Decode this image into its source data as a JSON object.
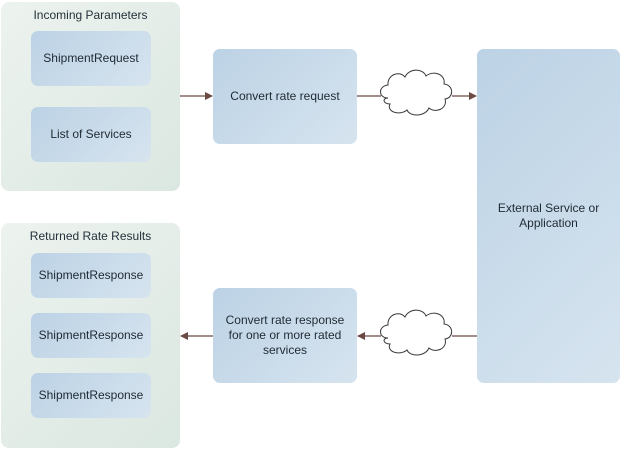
{
  "incoming": {
    "title": "Incoming Parameters",
    "items": [
      "ShipmentRequest",
      "List of Services"
    ]
  },
  "returned": {
    "title": "Returned Rate Results",
    "items": [
      "ShipmentResponse",
      "ShipmentResponse",
      "ShipmentResponse"
    ]
  },
  "convert_request": "Convert rate request",
  "convert_response": "Convert rate response for one or more rated services",
  "external": "External Service or Application",
  "colors": {
    "group_fill": "#e3ece7",
    "box_fill": "#c8dbea",
    "arrow": "#6b4a45"
  }
}
